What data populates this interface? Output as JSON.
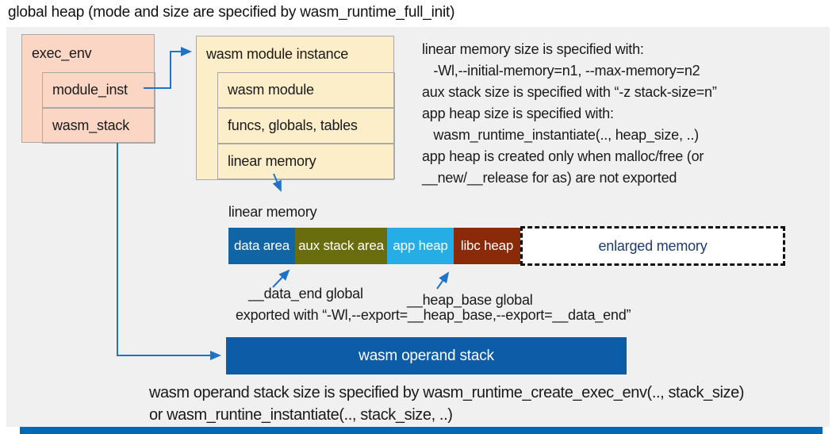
{
  "title": "global heap (mode and size are specified by wasm_runtime_full_init)",
  "exec_env": {
    "title": "exec_env",
    "rows": [
      {
        "label": "module_inst"
      },
      {
        "label": "wasm_stack"
      }
    ]
  },
  "module_instance": {
    "title": "wasm module instance",
    "rows": [
      {
        "label": "wasm module"
      },
      {
        "label": "funcs, globals, tables"
      },
      {
        "label": "linear memory"
      }
    ]
  },
  "notes_right": {
    "lines": [
      "linear memory size is specified with:",
      "   -Wl,--initial-memory=n1, --max-memory=n2",
      "aux stack size is specified with “-z stack-size=n”",
      "app heap size is specified with:",
      "   wasm_runtime_instantiate(.., heap_size, ..)",
      "app heap is created only when malloc/free (or",
      "__new/__release for as) are not exported"
    ]
  },
  "linear_memory": {
    "label": "linear memory",
    "segments": [
      {
        "label": "data area",
        "color": "#1165a5"
      },
      {
        "label": "aux stack area",
        "color": "#6a6d0e"
      },
      {
        "label": "app heap",
        "color": "#27ade6"
      },
      {
        "label": "libc heap",
        "color": "#8a2a08"
      }
    ],
    "enlarged": {
      "label": "enlarged memory",
      "text_color": "#1e3c6e"
    }
  },
  "annotations": {
    "data_end": "__data_end global",
    "heap_base": "__heap_base global",
    "exported": "exported with “-Wl,--export=__heap_base,--export=__data_end”"
  },
  "operand_stack": {
    "label": "wasm operand stack",
    "color": "#0d5ca8"
  },
  "notes_bottom": {
    "lines": [
      "wasm operand stack size is specified by wasm_runtime_create_exec_env(.., stack_size)",
      "or wasm_runtine_instantiate(.., stack_size, ..)"
    ]
  },
  "colors": {
    "panel_bg": "#f0f0f0",
    "struct_fill": "#fbd6c5",
    "module_fill": "#fdeeca",
    "border_gray": "#a9a9a9",
    "arrow_blue": "#1e73c8",
    "operand_stack_blue": "#0d5ca8",
    "footer_blue": "#0068b5",
    "enlarged_text": "#1e3c6e"
  }
}
